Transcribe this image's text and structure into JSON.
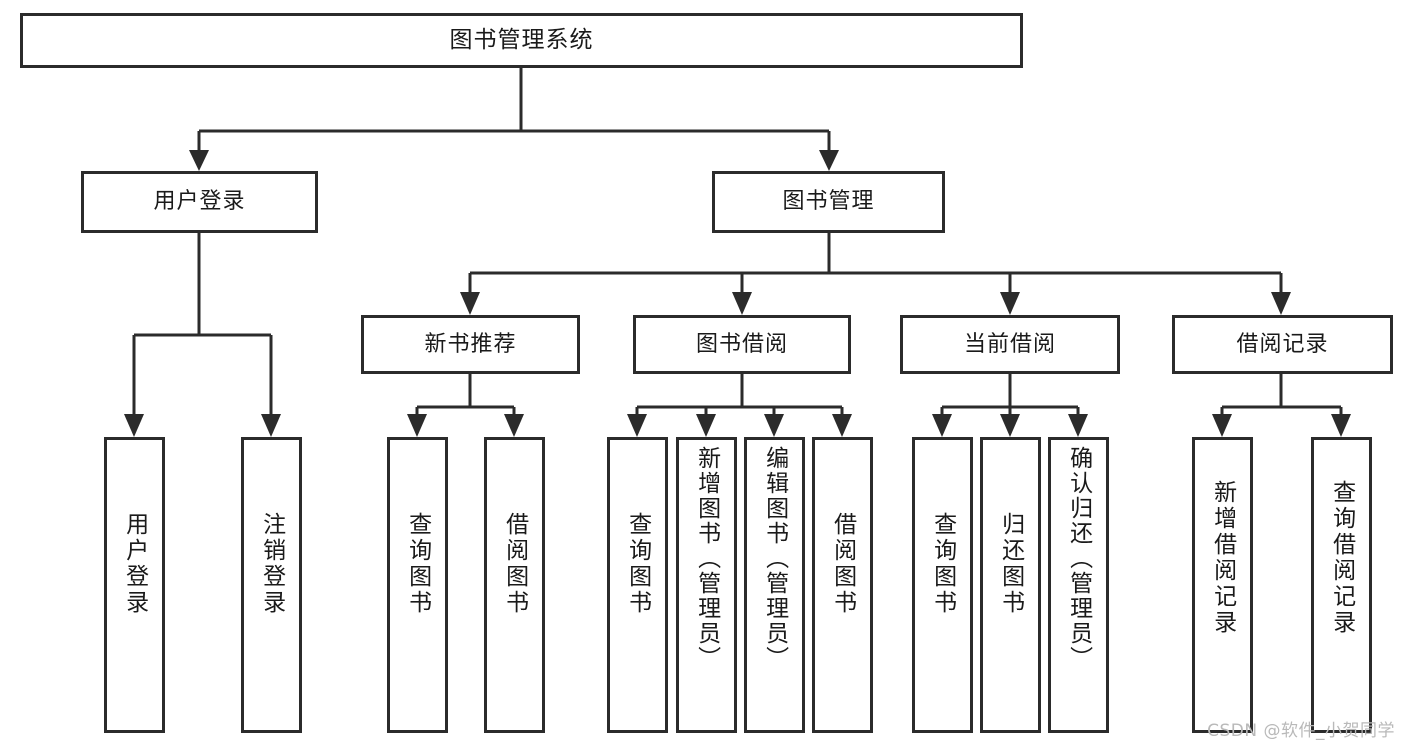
{
  "diagram": {
    "title": "图书管理系统",
    "type": "tree",
    "watermark": "CSDN @软件_小贺同学",
    "colors": {
      "stroke": "#2b2b2b",
      "fill": "#ffffff",
      "text": "#1a1a1a",
      "watermark": "#b9b9b9"
    },
    "root": {
      "label": "图书管理系统"
    },
    "level2": [
      {
        "label": "用户登录"
      },
      {
        "label": "图书管理"
      }
    ],
    "level3": [
      {
        "label": "新书推荐"
      },
      {
        "label": "图书借阅"
      },
      {
        "label": "当前借阅"
      },
      {
        "label": "借阅记录"
      }
    ],
    "leaves": [
      {
        "label": "用户登录",
        "parent": "用户登录"
      },
      {
        "label": "注销登录",
        "parent": "用户登录"
      },
      {
        "label": "查询图书",
        "parent": "新书推荐"
      },
      {
        "label": "借阅图书",
        "parent": "新书推荐"
      },
      {
        "label": "查询图书",
        "parent": "图书借阅"
      },
      {
        "label": "新增图书（管理员）",
        "parent": "图书借阅"
      },
      {
        "label": "编辑图书（管理员）",
        "parent": "图书借阅"
      },
      {
        "label": "借阅图书",
        "parent": "图书借阅"
      },
      {
        "label": "查询图书",
        "parent": "当前借阅"
      },
      {
        "label": "归还图书",
        "parent": "当前借阅"
      },
      {
        "label": "确认归还（管理员）",
        "parent": "当前借阅"
      },
      {
        "label": "新增借阅记录",
        "parent": "借阅记录"
      },
      {
        "label": "查询借阅记录",
        "parent": "借阅记录"
      }
    ]
  }
}
